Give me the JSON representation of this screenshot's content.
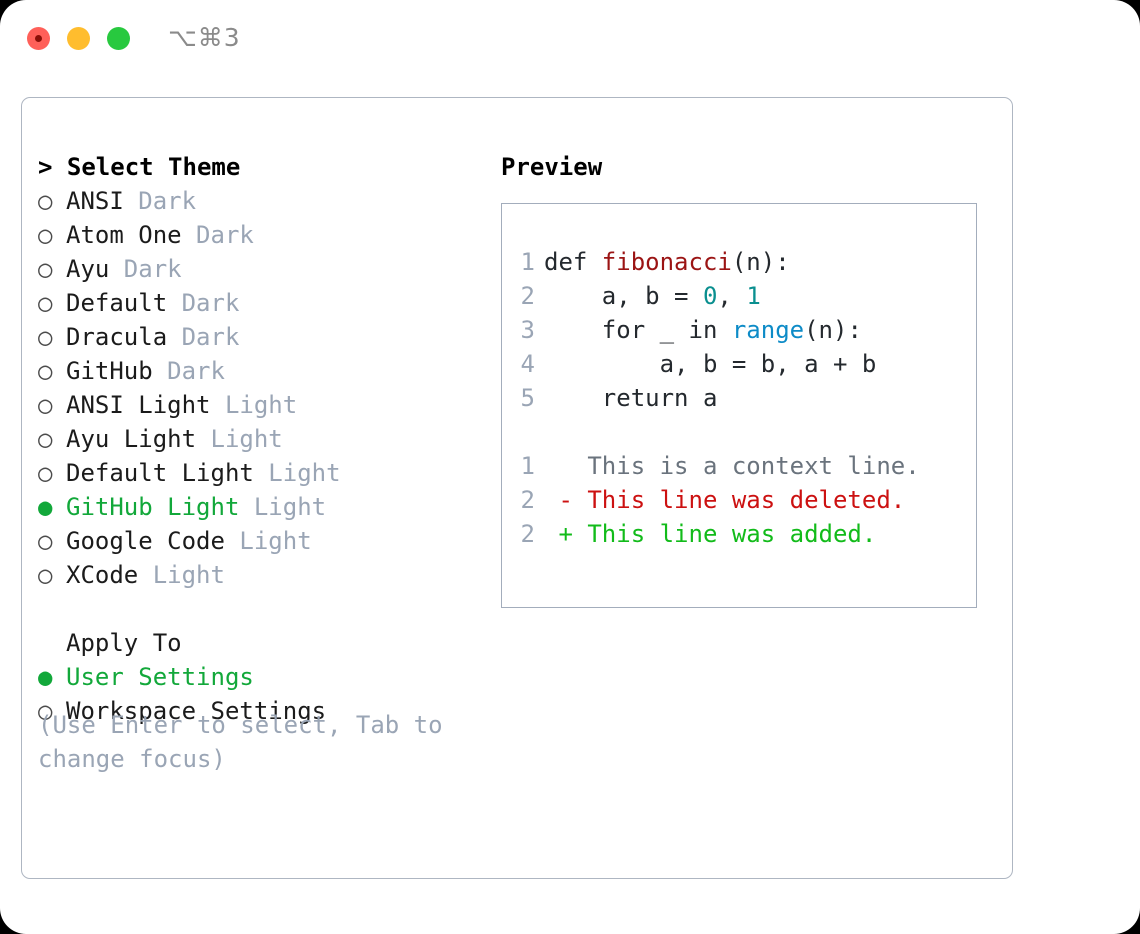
{
  "window": {
    "shortcut": "⌥⌘3",
    "traffic_lights": [
      {
        "name": "close",
        "color": "#ff6059"
      },
      {
        "name": "minimize",
        "color": "#ffbd2e"
      },
      {
        "name": "maximize",
        "color": "#28c93f"
      }
    ]
  },
  "theme_list": {
    "header": "> Select Theme",
    "marker_selected": "●",
    "marker_unselected": "○",
    "items": [
      {
        "name": "ANSI",
        "kind": "Dark",
        "selected": false
      },
      {
        "name": "Atom One",
        "kind": "Dark",
        "selected": false
      },
      {
        "name": "Ayu",
        "kind": "Dark",
        "selected": false
      },
      {
        "name": "Default",
        "kind": "Dark",
        "selected": false
      },
      {
        "name": "Dracula",
        "kind": "Dark",
        "selected": false
      },
      {
        "name": "GitHub",
        "kind": "Dark",
        "selected": false
      },
      {
        "name": "ANSI Light",
        "kind": "Light",
        "selected": false
      },
      {
        "name": "Ayu Light",
        "kind": "Light",
        "selected": false
      },
      {
        "name": "Default Light",
        "kind": "Light",
        "selected": false
      },
      {
        "name": "GitHub Light",
        "kind": "Light",
        "selected": true
      },
      {
        "name": "Google Code",
        "kind": "Light",
        "selected": false
      },
      {
        "name": "XCode",
        "kind": "Light",
        "selected": false
      }
    ]
  },
  "apply_to": {
    "header": "Apply To",
    "options": [
      {
        "label": "User Settings",
        "selected": true
      },
      {
        "label": "Workspace Settings",
        "selected": false
      }
    ]
  },
  "hint": {
    "line1": "(Use Enter to select, Tab to",
    "line2": "change focus)"
  },
  "preview": {
    "title": "Preview",
    "code_lines": [
      {
        "no": "1",
        "parts": [
          {
            "t": "def ",
            "c": "plain"
          },
          {
            "t": "fibonacci",
            "c": "fn"
          },
          {
            "t": "(n):",
            "c": "plain"
          }
        ]
      },
      {
        "no": "2",
        "parts": [
          {
            "t": "    a, b = ",
            "c": "plain"
          },
          {
            "t": "0",
            "c": "num"
          },
          {
            "t": ", ",
            "c": "plain"
          },
          {
            "t": "1",
            "c": "num"
          }
        ]
      },
      {
        "no": "3",
        "parts": [
          {
            "t": "    for _ in ",
            "c": "plain"
          },
          {
            "t": "range",
            "c": "call"
          },
          {
            "t": "(n):",
            "c": "plain"
          }
        ]
      },
      {
        "no": "4",
        "parts": [
          {
            "t": "        a, b = b, a + b",
            "c": "plain"
          }
        ]
      },
      {
        "no": "5",
        "parts": [
          {
            "t": "    return a",
            "c": "plain"
          }
        ]
      }
    ],
    "diff_lines": [
      {
        "no": "1",
        "sign": " ",
        "text": "This is a context line.",
        "kind": "ctx"
      },
      {
        "no": "2",
        "sign": "-",
        "text": "This line was deleted.",
        "kind": "del"
      },
      {
        "no": "2",
        "sign": "+",
        "text": "This line was added.",
        "kind": "add"
      }
    ]
  },
  "colors": {
    "accent_green": "#12a83a",
    "muted": "#9aa5b5",
    "border": "#aeb6c2",
    "fn_red": "#9b1414",
    "num_teal": "#0a8f8f",
    "call_blue": "#0d8bc7",
    "diff_del": "#cc1111",
    "diff_add": "#12bb1a"
  }
}
